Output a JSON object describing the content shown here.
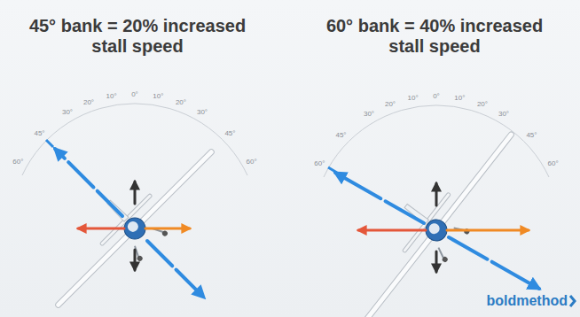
{
  "diagram": {
    "labels": [
      "45° bank = 20% increased stall speed",
      "60° bank = 40% increased stall speed",
      "60°",
      "45°",
      "30°",
      "20°",
      "10°",
      "0°",
      "10°",
      "20°",
      "30°",
      "45°",
      "60°",
      "60°",
      "45°",
      "30°",
      "20°",
      "10°",
      "0°",
      "10°",
      "20°",
      "30°",
      "45°",
      "60°",
      "boldmethod"
    ]
  }
}
